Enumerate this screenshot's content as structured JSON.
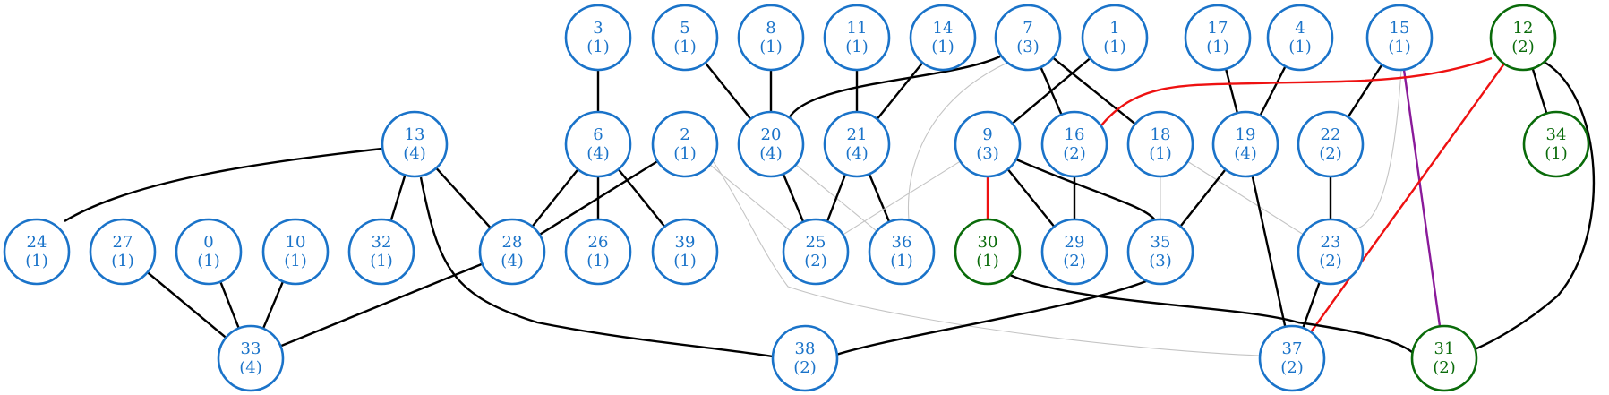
{
  "colors": {
    "blue": "#1a73c9",
    "green": "#0a6b0a",
    "black": "#000000",
    "gray": "#c4c4c4",
    "red": "#ee1111",
    "purple": "#8a1a9a",
    "background": "#ffffff"
  },
  "nodes": [
    {
      "id": "3",
      "label": "3",
      "weight": "(1)",
      "group": "blue"
    },
    {
      "id": "5",
      "label": "5",
      "weight": "(1)",
      "group": "blue"
    },
    {
      "id": "8",
      "label": "8",
      "weight": "(1)",
      "group": "blue"
    },
    {
      "id": "11",
      "label": "11",
      "weight": "(1)",
      "group": "blue"
    },
    {
      "id": "14",
      "label": "14",
      "weight": "(1)",
      "group": "blue"
    },
    {
      "id": "7",
      "label": "7",
      "weight": "(3)",
      "group": "blue"
    },
    {
      "id": "1",
      "label": "1",
      "weight": "(1)",
      "group": "blue"
    },
    {
      "id": "17",
      "label": "17",
      "weight": "(1)",
      "group": "blue"
    },
    {
      "id": "4",
      "label": "4",
      "weight": "(1)",
      "group": "blue"
    },
    {
      "id": "15",
      "label": "15",
      "weight": "(1)",
      "group": "blue"
    },
    {
      "id": "12",
      "label": "12",
      "weight": "(2)",
      "group": "green"
    },
    {
      "id": "13",
      "label": "13",
      "weight": "(4)",
      "group": "blue"
    },
    {
      "id": "6",
      "label": "6",
      "weight": "(4)",
      "group": "blue"
    },
    {
      "id": "2",
      "label": "2",
      "weight": "(1)",
      "group": "blue"
    },
    {
      "id": "20",
      "label": "20",
      "weight": "(4)",
      "group": "blue"
    },
    {
      "id": "21",
      "label": "21",
      "weight": "(4)",
      "group": "blue"
    },
    {
      "id": "9",
      "label": "9",
      "weight": "(3)",
      "group": "blue"
    },
    {
      "id": "16",
      "label": "16",
      "weight": "(2)",
      "group": "blue"
    },
    {
      "id": "18",
      "label": "18",
      "weight": "(1)",
      "group": "blue"
    },
    {
      "id": "19",
      "label": "19",
      "weight": "(4)",
      "group": "blue"
    },
    {
      "id": "22",
      "label": "22",
      "weight": "(2)",
      "group": "blue"
    },
    {
      "id": "34",
      "label": "34",
      "weight": "(1)",
      "group": "green"
    },
    {
      "id": "24",
      "label": "24",
      "weight": "(1)",
      "group": "blue"
    },
    {
      "id": "27",
      "label": "27",
      "weight": "(1)",
      "group": "blue"
    },
    {
      "id": "0",
      "label": "0",
      "weight": "(1)",
      "group": "blue"
    },
    {
      "id": "10",
      "label": "10",
      "weight": "(1)",
      "group": "blue"
    },
    {
      "id": "32",
      "label": "32",
      "weight": "(1)",
      "group": "blue"
    },
    {
      "id": "28",
      "label": "28",
      "weight": "(4)",
      "group": "blue"
    },
    {
      "id": "26",
      "label": "26",
      "weight": "(1)",
      "group": "blue"
    },
    {
      "id": "39",
      "label": "39",
      "weight": "(1)",
      "group": "blue"
    },
    {
      "id": "25",
      "label": "25",
      "weight": "(2)",
      "group": "blue"
    },
    {
      "id": "36",
      "label": "36",
      "weight": "(1)",
      "group": "blue"
    },
    {
      "id": "30",
      "label": "30",
      "weight": "(1)",
      "group": "green"
    },
    {
      "id": "29",
      "label": "29",
      "weight": "(2)",
      "group": "blue"
    },
    {
      "id": "35",
      "label": "35",
      "weight": "(3)",
      "group": "blue"
    },
    {
      "id": "23",
      "label": "23",
      "weight": "(2)",
      "group": "blue"
    },
    {
      "id": "33",
      "label": "33",
      "weight": "(4)",
      "group": "blue"
    },
    {
      "id": "38",
      "label": "38",
      "weight": "(2)",
      "group": "blue"
    },
    {
      "id": "37",
      "label": "37",
      "weight": "(2)",
      "group": "blue"
    },
    {
      "id": "31",
      "label": "31",
      "weight": "(2)",
      "group": "green"
    }
  ],
  "edges": [
    {
      "from": "3",
      "to": "6",
      "style": "black"
    },
    {
      "from": "5",
      "to": "20",
      "style": "black"
    },
    {
      "from": "8",
      "to": "20",
      "style": "black"
    },
    {
      "from": "11",
      "to": "21",
      "style": "black"
    },
    {
      "from": "14",
      "to": "21",
      "style": "black"
    },
    {
      "from": "7",
      "to": "20",
      "style": "black"
    },
    {
      "from": "7",
      "to": "16",
      "style": "black"
    },
    {
      "from": "7",
      "to": "18",
      "style": "black"
    },
    {
      "from": "7",
      "to": "36",
      "style": "gray"
    },
    {
      "from": "1",
      "to": "9",
      "style": "black"
    },
    {
      "from": "17",
      "to": "19",
      "style": "black"
    },
    {
      "from": "4",
      "to": "19",
      "style": "black"
    },
    {
      "from": "15",
      "to": "22",
      "style": "black"
    },
    {
      "from": "15",
      "to": "23",
      "style": "gray"
    },
    {
      "from": "15",
      "to": "31",
      "style": "purple"
    },
    {
      "from": "12",
      "to": "16",
      "style": "red"
    },
    {
      "from": "12",
      "to": "37",
      "style": "red"
    },
    {
      "from": "12",
      "to": "34",
      "style": "black"
    },
    {
      "from": "12",
      "to": "31",
      "style": "black"
    },
    {
      "from": "13",
      "to": "24",
      "style": "black"
    },
    {
      "from": "13",
      "to": "32",
      "style": "black"
    },
    {
      "from": "13",
      "to": "28",
      "style": "black"
    },
    {
      "from": "13",
      "to": "38",
      "style": "black"
    },
    {
      "from": "6",
      "to": "28",
      "style": "black"
    },
    {
      "from": "6",
      "to": "26",
      "style": "black"
    },
    {
      "from": "6",
      "to": "39",
      "style": "black"
    },
    {
      "from": "2",
      "to": "28",
      "style": "black"
    },
    {
      "from": "2",
      "to": "25",
      "style": "gray"
    },
    {
      "from": "2",
      "to": "37",
      "style": "gray"
    },
    {
      "from": "20",
      "to": "25",
      "style": "black"
    },
    {
      "from": "20",
      "to": "36",
      "style": "gray"
    },
    {
      "from": "21",
      "to": "25",
      "style": "black"
    },
    {
      "from": "21",
      "to": "36",
      "style": "black"
    },
    {
      "from": "9",
      "to": "30",
      "style": "red"
    },
    {
      "from": "9",
      "to": "29",
      "style": "black"
    },
    {
      "from": "9",
      "to": "35",
      "style": "black"
    },
    {
      "from": "9",
      "to": "25",
      "style": "gray"
    },
    {
      "from": "16",
      "to": "29",
      "style": "black"
    },
    {
      "from": "18",
      "to": "35",
      "style": "gray"
    },
    {
      "from": "18",
      "to": "23",
      "style": "gray"
    },
    {
      "from": "19",
      "to": "35",
      "style": "black"
    },
    {
      "from": "19",
      "to": "37",
      "style": "black"
    },
    {
      "from": "22",
      "to": "23",
      "style": "black"
    },
    {
      "from": "23",
      "to": "37",
      "style": "black"
    },
    {
      "from": "27",
      "to": "33",
      "style": "black"
    },
    {
      "from": "0",
      "to": "33",
      "style": "black"
    },
    {
      "from": "10",
      "to": "33",
      "style": "black"
    },
    {
      "from": "28",
      "to": "33",
      "style": "black"
    },
    {
      "from": "35",
      "to": "38",
      "style": "black"
    },
    {
      "from": "30",
      "to": "31",
      "style": "black"
    }
  ]
}
